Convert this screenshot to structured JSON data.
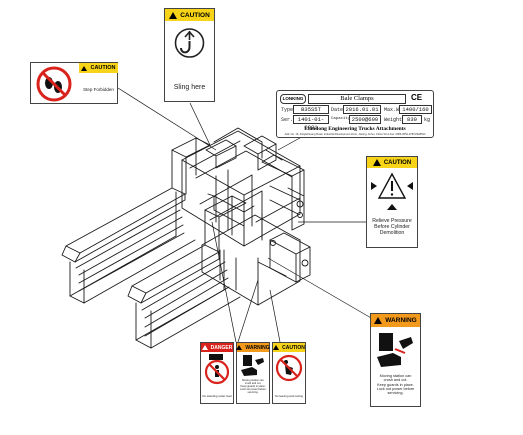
{
  "labels": {
    "top_hook": {
      "header": "CAUTION",
      "caption": "Sling here"
    },
    "top_left": {
      "header": "CAUTION",
      "caption": "Step Forbidden"
    },
    "right_pressure": {
      "header": "CAUTION",
      "caption_lines": [
        "Relieve Pressure",
        "Before Cylinder",
        "Demolition"
      ]
    },
    "right_warning": {
      "header": "WARNING",
      "caption_lines": [
        "Moving station can",
        "crush and cut.",
        "Keep guards in place.",
        "Lock out power before",
        "servicing."
      ]
    },
    "bottom_danger": {
      "header": "DANGER",
      "caption": "Do standing under load"
    },
    "bottom_warning": {
      "header": "WARNING",
      "caption_lines": [
        "Moving station can",
        "crush and cut.",
        "Keep guards in place.",
        "Lock out power before",
        "servicing."
      ]
    },
    "bottom_caution": {
      "header": "CAUTION",
      "caption": "No leaning and resting"
    }
  },
  "nameplate": {
    "logo": "LONKING",
    "title": "Bale Clamps",
    "ce": "CE",
    "type_label": "Type",
    "type_value": "B35S5T",
    "date_label": "Date",
    "date_value": "2016.01.01",
    "max_label": "Max.W",
    "max_value": "1400/160",
    "serial_label": "Ser.",
    "serial_value": "1401-01-0001",
    "capacity_label": "Capacity",
    "capacity_value": "2500@600",
    "weight_label": "Weight",
    "weight_value": "830",
    "weight_unit": "kg",
    "company": "Liandong Engineering Trucks Attachments",
    "address_line": "Add: No. 18, Panjiazhuang Road, Industrial Development Zone, Jiaxing, Anhui, China    Tel & Fax: 0086-0554-0787/2628543"
  },
  "colors": {
    "caution_yellow": "#f7d417",
    "warning_orange": "#f39a1c",
    "danger_red": "#d9221c",
    "prohibition_red": "#d9221c"
  },
  "icons": [
    "hook-icon",
    "no-stepping-icon",
    "pressure-arrows-icon",
    "crush-hand-icon",
    "no-standing-under-load-icon",
    "no-leaning-icon"
  ]
}
